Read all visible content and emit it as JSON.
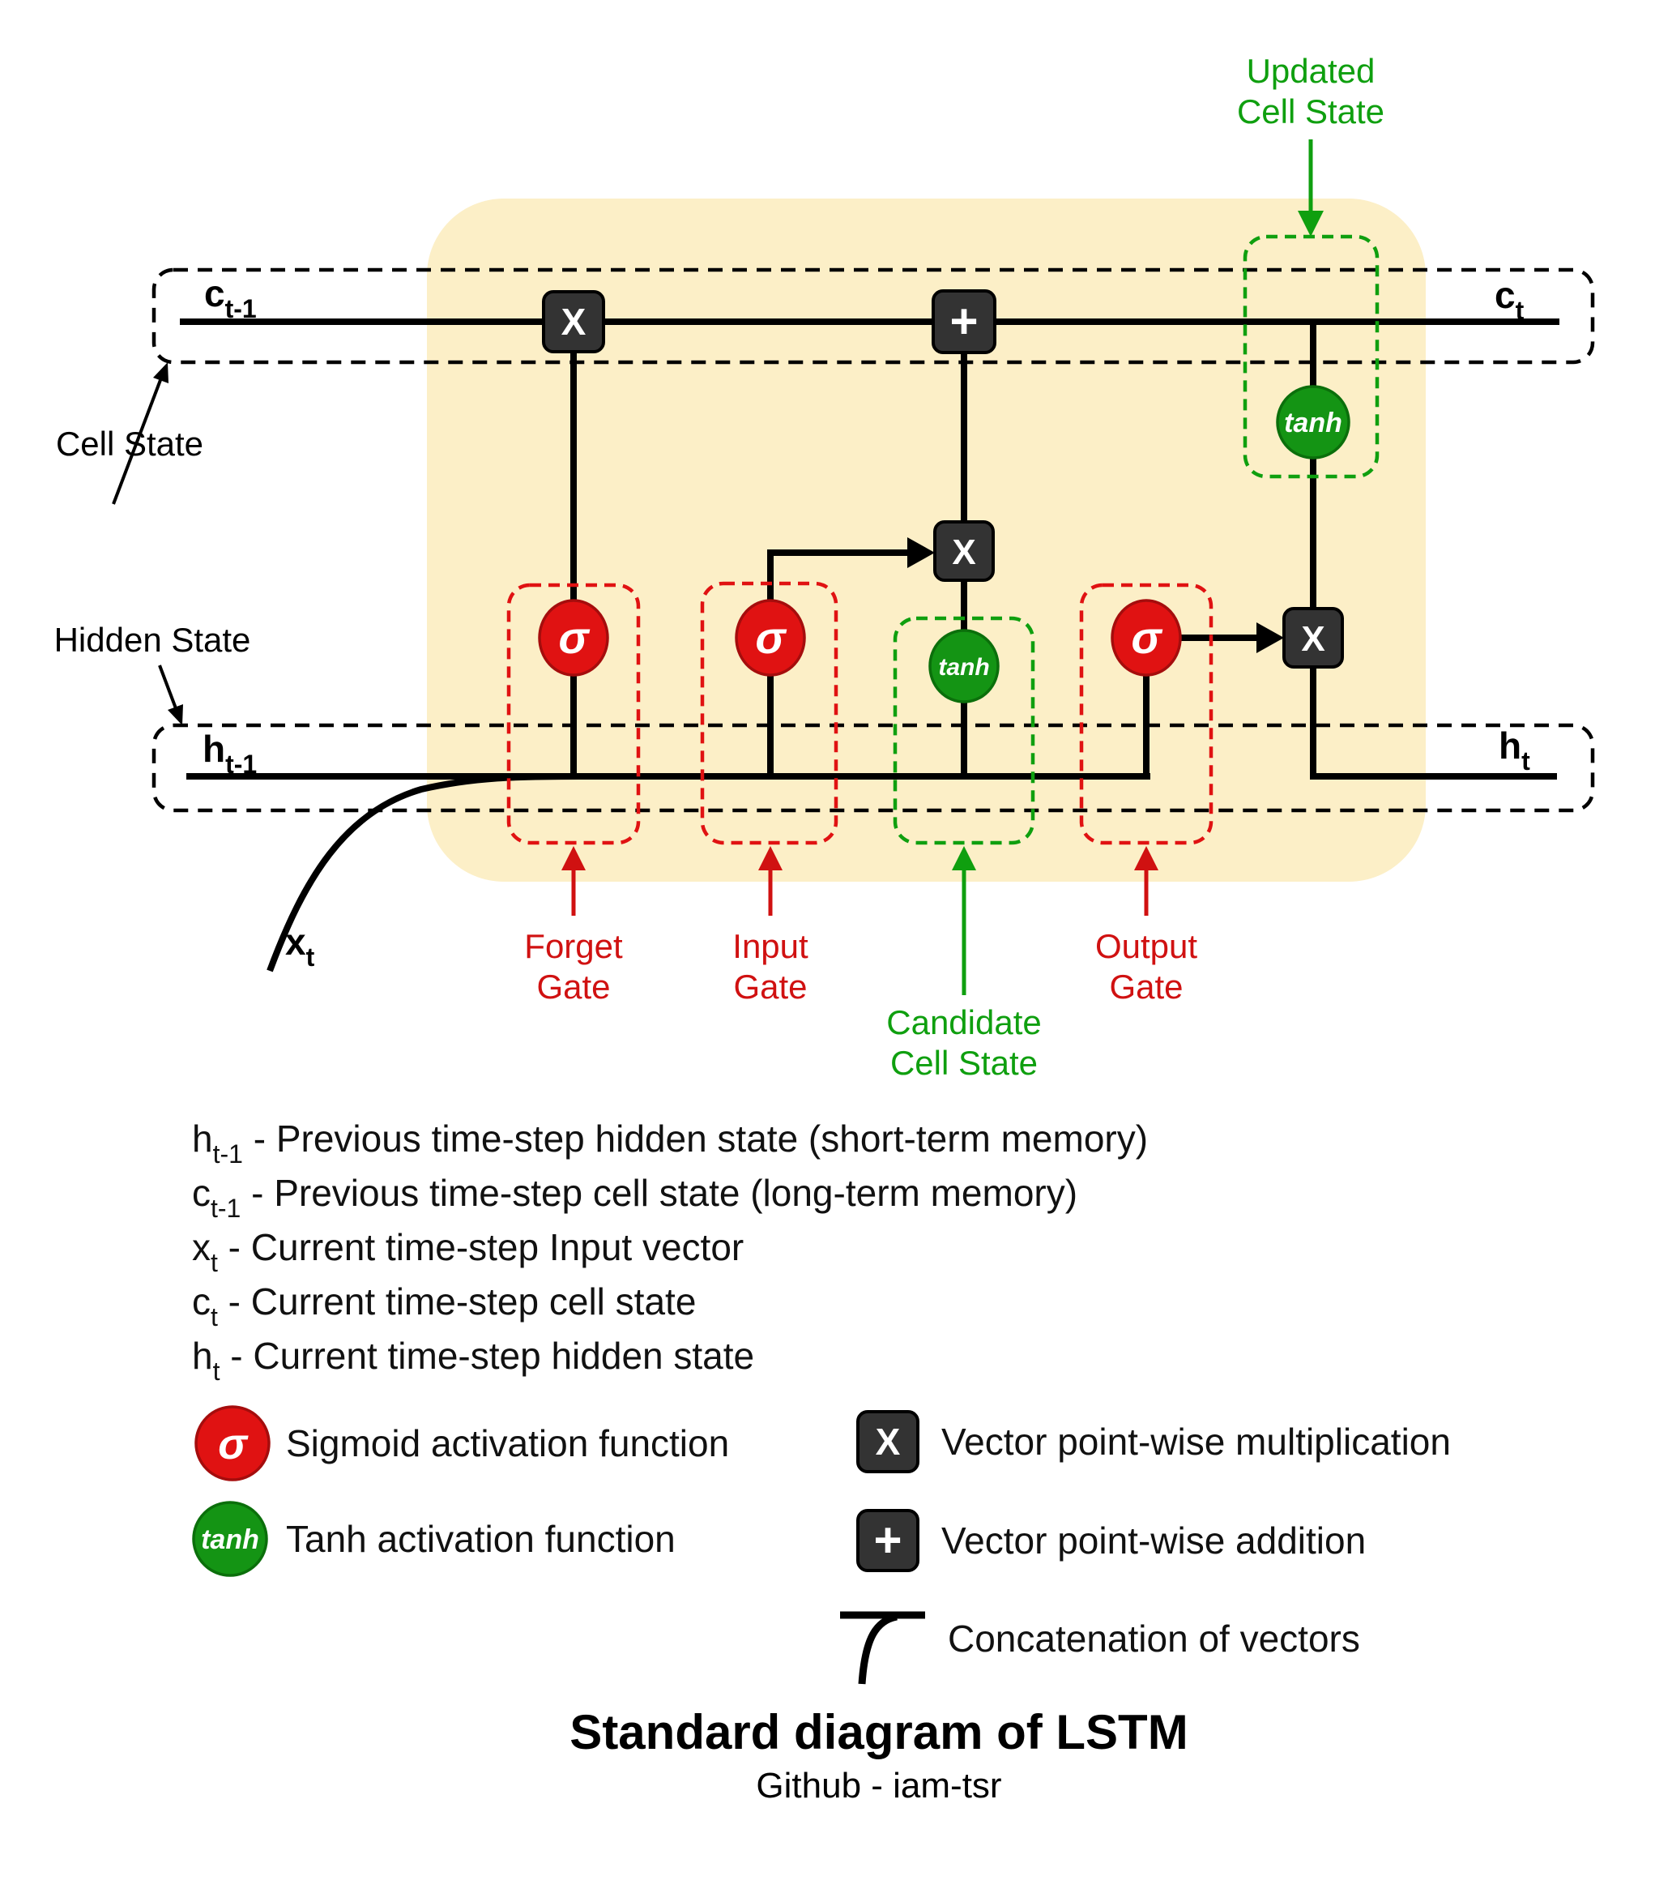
{
  "colors": {
    "yellow": "#fcefc7",
    "dark": "#333333",
    "red": "#e01212",
    "red_dark": "#a50d0d",
    "red_text": "#d01111",
    "green": "#149414",
    "green_dark": "#0b6f0b",
    "green_text": "#0f9f0f"
  },
  "diagram": {
    "updated_cell_state": {
      "line1": "Updated",
      "line2": "Cell State"
    },
    "cell_state_label": "Cell State",
    "hidden_state_label": "Hidden State",
    "c_prev": {
      "main": "c",
      "sub": "t-1"
    },
    "c_t": {
      "main": "c",
      "sub": "t"
    },
    "h_prev": {
      "main": "h",
      "sub": "t-1"
    },
    "h_t": {
      "main": "h",
      "sub": "t"
    },
    "x_t": {
      "main": "x",
      "sub": "t"
    },
    "gates": {
      "forget": {
        "line1": "Forget",
        "line2": "Gate"
      },
      "input": {
        "line1": "Input",
        "line2": "Gate"
      },
      "candidate": {
        "line1": "Candidate",
        "line2": "Cell State"
      },
      "output": {
        "line1": "Output",
        "line2": "Gate"
      }
    },
    "ops": {
      "sigma": "σ",
      "tanh": "tanh",
      "multiply": "X",
      "add": "+"
    }
  },
  "legend": {
    "definitions": [
      {
        "sym": "h",
        "sub": "t-1",
        "desc": " - Previous time-step hidden state (short-term memory)"
      },
      {
        "sym": "c",
        "sub": "t-1",
        "desc": " - Previous time-step cell state (long-term memory)"
      },
      {
        "sym": "x",
        "sub": "t",
        "desc": " - Current time-step Input vector"
      },
      {
        "sym": "c",
        "sub": "t",
        "desc": " - Current time-step cell state"
      },
      {
        "sym": "h",
        "sub": "t",
        "desc": " - Current time-step hidden state"
      }
    ],
    "sigmoid_label": "Sigmoid activation function",
    "tanh_label": "Tanh activation function",
    "multiply_label": "Vector point-wise multiplication",
    "add_label": "Vector point-wise addition",
    "concat_label": "Concatenation of vectors"
  },
  "footer": {
    "title": "Standard diagram of LSTM",
    "subtitle": "Github - iam-tsr"
  }
}
